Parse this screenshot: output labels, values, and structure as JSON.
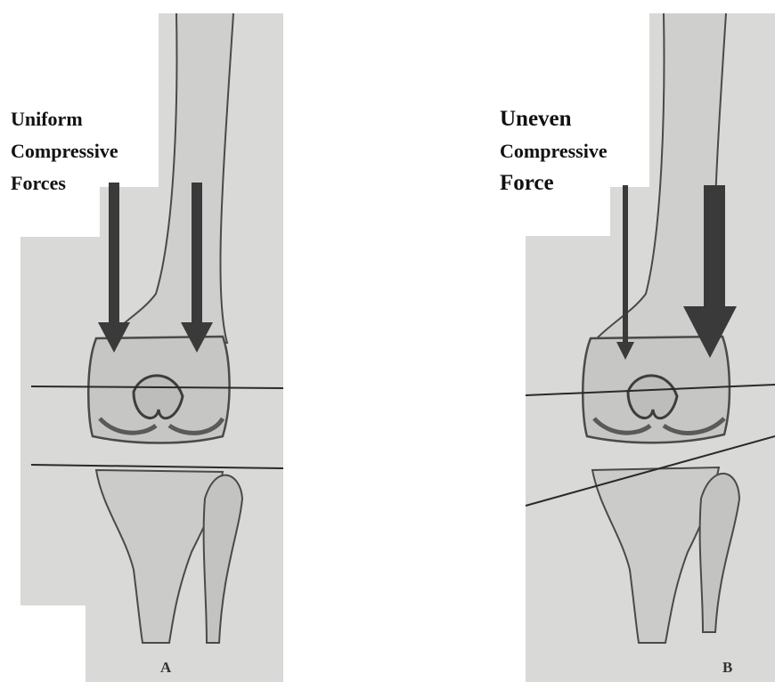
{
  "panel_a": {
    "label_line1": "Uniform",
    "label_line2": "Compressive",
    "label_line3": "Forces",
    "letter": "A"
  },
  "panel_b": {
    "label_line1": "Uneven",
    "label_line2": "Compressive",
    "label_line3": "Force",
    "letter": "B"
  },
  "colors": {
    "paper": "#d9d9d7",
    "arrow": "#3a3a3a",
    "bone_outline": "#4a4a4a",
    "line": "#2a2a2a"
  }
}
